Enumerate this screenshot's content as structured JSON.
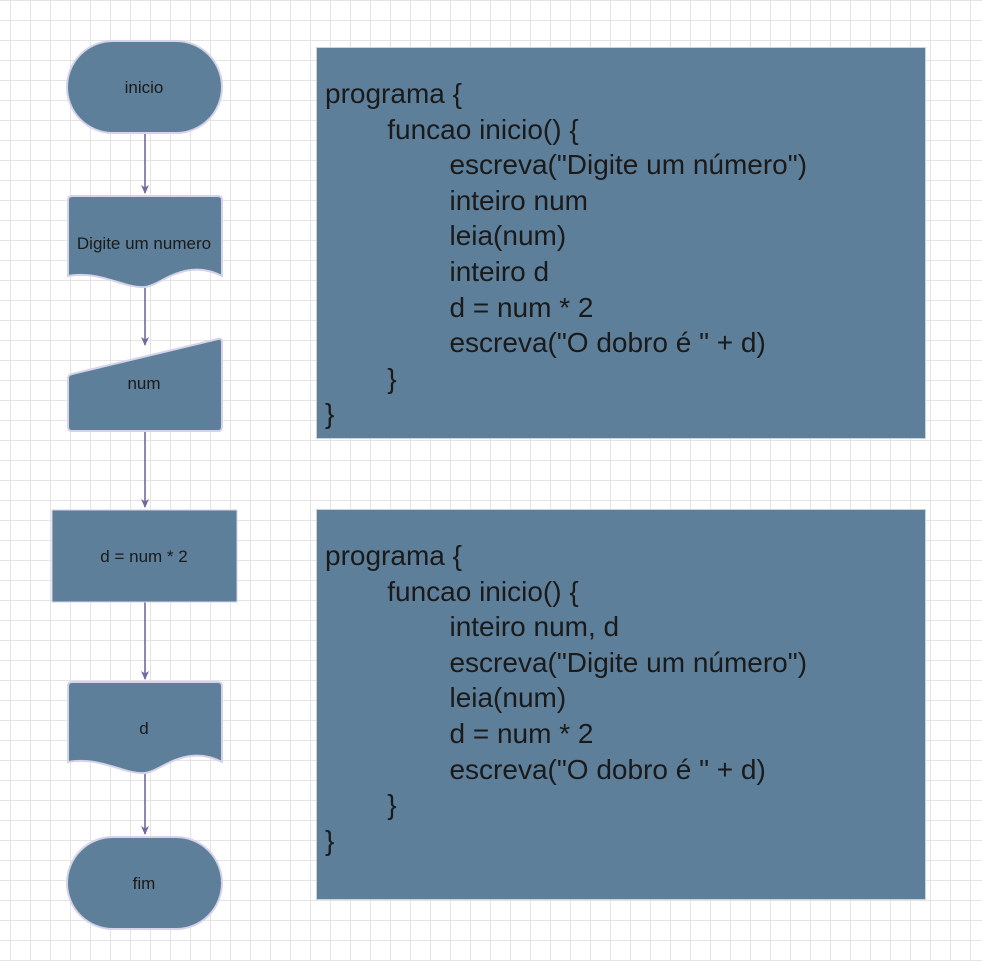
{
  "colors": {
    "shape_fill": "#5e7f9a",
    "shape_stroke": "#d6d2ea",
    "arrow": "#7468a0",
    "text": "#1a1a1a"
  },
  "flowchart": {
    "nodes": [
      {
        "shape": "terminator",
        "label": "inicio"
      },
      {
        "shape": "document",
        "label": "Digite um numero"
      },
      {
        "shape": "manual-input",
        "label": "num"
      },
      {
        "shape": "process",
        "label": "d = num * 2"
      },
      {
        "shape": "document",
        "label": "d"
      },
      {
        "shape": "terminator",
        "label": "fim"
      }
    ]
  },
  "code_blocks": [
    {
      "lines": [
        "programa {",
        "        funcao inicio() {",
        "                escreva(\"Digite um número\")",
        "                inteiro num",
        "                leia(num)",
        "                inteiro d",
        "                d = num * 2",
        "                escreva(\"O dobro é \" + d)",
        "        }",
        "}"
      ]
    },
    {
      "lines": [
        "programa {",
        "        funcao inicio() {",
        "                inteiro num, d",
        "                escreva(\"Digite um número\")",
        "                leia(num)",
        "                d = num * 2",
        "                escreva(\"O dobro é \" + d)",
        "        }",
        "}"
      ]
    }
  ]
}
